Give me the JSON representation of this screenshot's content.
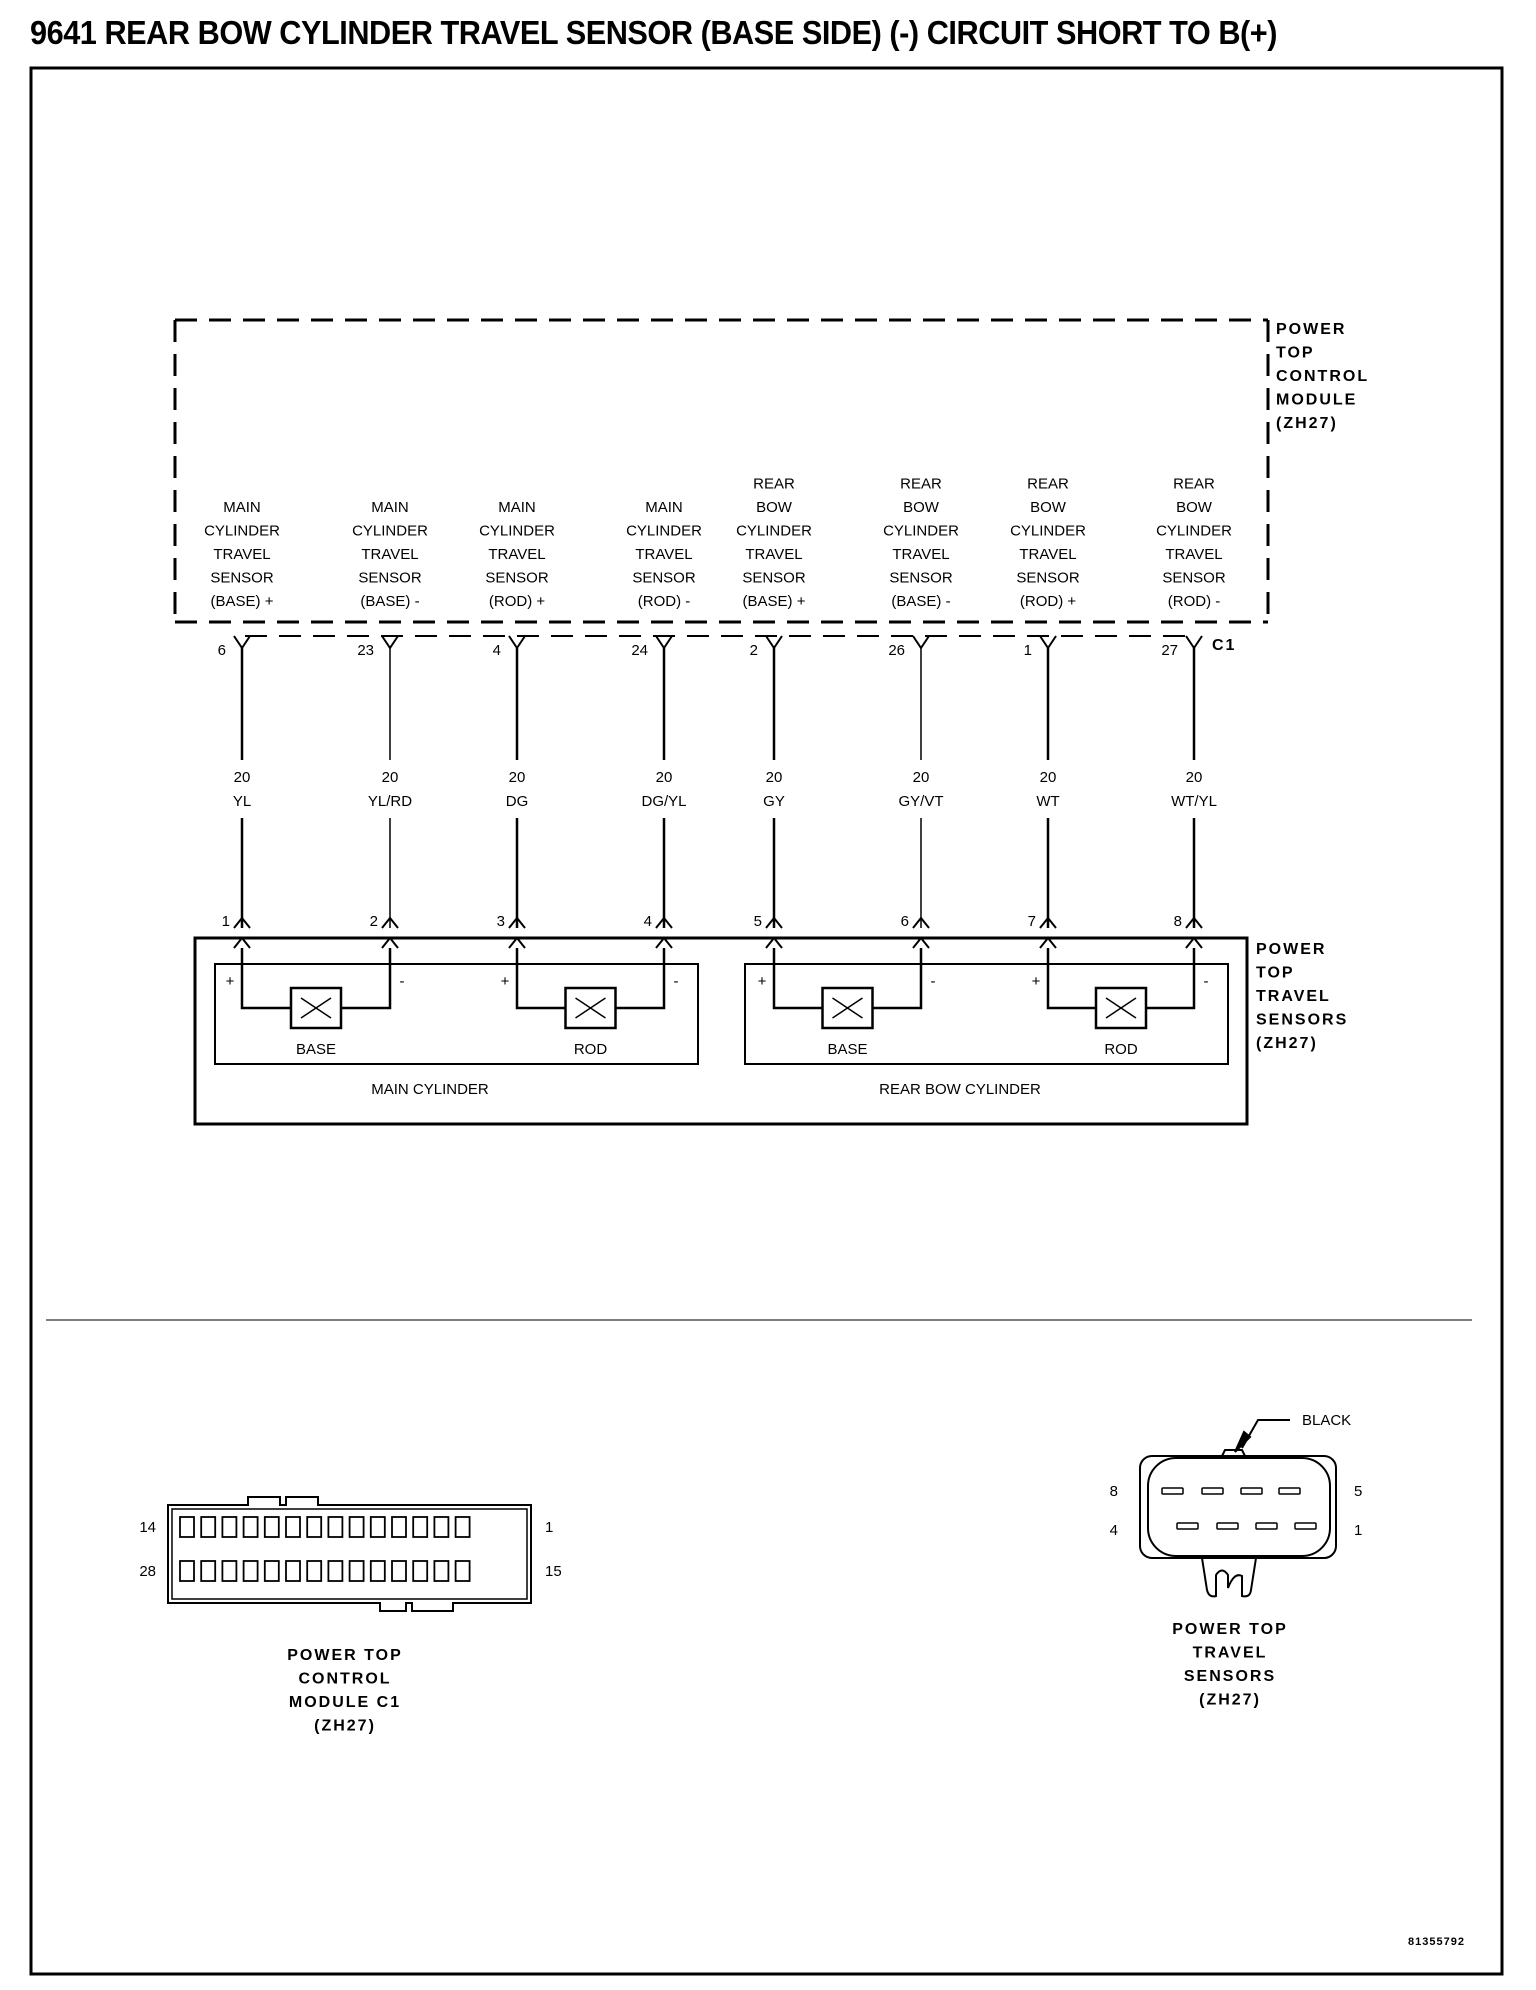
{
  "title": "9641 REAR BOW CYLINDER TRAVEL SENSOR (BASE SIDE) (-) CIRCUIT SHORT TO B(+)",
  "module": {
    "name_lines": [
      "POWER",
      "TOP",
      "CONTROL",
      "MODULE",
      "(ZH27)"
    ],
    "connector": "C1"
  },
  "sensors_component": {
    "name_lines": [
      "POWER",
      "TOP",
      "TRAVEL",
      "SENSORS",
      "(ZH27)"
    ],
    "groups": [
      {
        "label": "MAIN CYLINDER",
        "sensors": [
          "BASE",
          "ROD"
        ]
      },
      {
        "label": "REAR BOW CYLINDER",
        "sensors": [
          "BASE",
          "ROD"
        ]
      }
    ]
  },
  "circuits": [
    {
      "func_lines": [
        "MAIN",
        "CYLINDER",
        "TRAVEL",
        "SENSOR",
        "(BASE) +"
      ],
      "module_pin": "6",
      "gauge": "20",
      "color": "YL",
      "sensor_pin": "1",
      "polarity": "+"
    },
    {
      "func_lines": [
        "MAIN",
        "CYLINDER",
        "TRAVEL",
        "SENSOR",
        "(BASE) -"
      ],
      "module_pin": "23",
      "gauge": "20",
      "color": "YL/RD",
      "sensor_pin": "2",
      "polarity": "-"
    },
    {
      "func_lines": [
        "MAIN",
        "CYLINDER",
        "TRAVEL",
        "SENSOR",
        "(ROD) +"
      ],
      "module_pin": "4",
      "gauge": "20",
      "color": "DG",
      "sensor_pin": "3",
      "polarity": "+"
    },
    {
      "func_lines": [
        "MAIN",
        "CYLINDER",
        "TRAVEL",
        "SENSOR",
        "(ROD) -"
      ],
      "module_pin": "24",
      "gauge": "20",
      "color": "DG/YL",
      "sensor_pin": "4",
      "polarity": "-"
    },
    {
      "func_lines": [
        "REAR",
        "BOW",
        "CYLINDER",
        "TRAVEL",
        "SENSOR",
        "(BASE) +"
      ],
      "module_pin": "2",
      "gauge": "20",
      "color": "GY",
      "sensor_pin": "5",
      "polarity": "+"
    },
    {
      "func_lines": [
        "REAR",
        "BOW",
        "CYLINDER",
        "TRAVEL",
        "SENSOR",
        "(BASE) -"
      ],
      "module_pin": "26",
      "gauge": "20",
      "color": "GY/VT",
      "sensor_pin": "6",
      "polarity": "-"
    },
    {
      "func_lines": [
        "REAR",
        "BOW",
        "CYLINDER",
        "TRAVEL",
        "SENSOR",
        "(ROD) +"
      ],
      "module_pin": "1",
      "gauge": "20",
      "color": "WT",
      "sensor_pin": "7",
      "polarity": "+"
    },
    {
      "func_lines": [
        "REAR",
        "BOW",
        "CYLINDER",
        "TRAVEL",
        "SENSOR",
        "(ROD) -"
      ],
      "module_pin": "27",
      "gauge": "20",
      "color": "WT/YL",
      "sensor_pin": "8",
      "polarity": "-"
    }
  ],
  "connector_views": {
    "module_c1": {
      "pin_labels": {
        "top_left": "14",
        "top_right": "1",
        "bottom_left": "28",
        "bottom_right": "15"
      },
      "caption_lines": [
        "POWER TOP",
        "CONTROL",
        "MODULE C1",
        "(ZH27)"
      ]
    },
    "sensors": {
      "callout": "BLACK",
      "pin_labels": {
        "top_left": "8",
        "top_right": "5",
        "bottom_left": "4",
        "bottom_right": "1"
      },
      "caption_lines": [
        "POWER TOP",
        "TRAVEL",
        "SENSORS",
        "(ZH27)"
      ]
    }
  },
  "figure_id": "81355792"
}
